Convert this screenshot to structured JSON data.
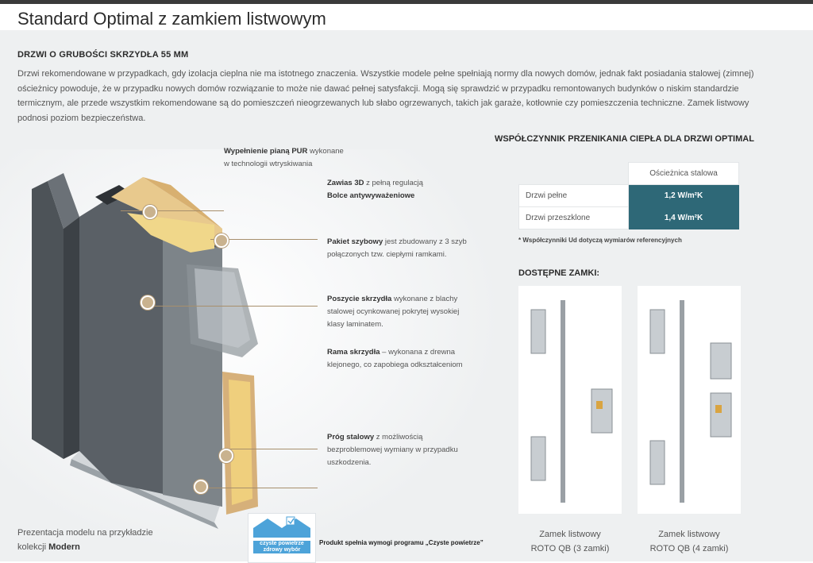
{
  "page": {
    "title": "Standard Optimal z zamkiem listwowym"
  },
  "section": {
    "heading": "DRZWI O GRUBOŚCI SKRZYDŁA 55 MM",
    "intro": "Drzwi rekomendowane w przypadkach, gdy izolacja cieplna nie ma istotnego znaczenia. Wszystkie modele pełne spełniają normy dla nowych domów, jednak fakt posiadania stalowej (zimnej) ościeżnicy powoduje, że w przypadku nowych domów rozwiązanie to może nie dawać pełnej satysfakcji. Mogą się sprawdzić w przypadku remontowanych budynków o niskim standardzie termicznym, ale przede wszystkim rekomendowane są do pomieszczeń nieogrzewanych lub słabo ogrzewanych, takich jak garaże, kotłownie czy pomieszczenia techniczne. Zamek listwowy podnosi poziom bezpieczeństwa."
  },
  "callouts": [
    {
      "bold": "Wypełnienie pianą PUR",
      "text": " wykonane w technologii wtryskiwania"
    },
    {
      "bold": "Zawias 3D",
      "text": " z pełną regulacją",
      "bold2": "Bolce antywyważeniowe"
    },
    {
      "bold": "Pakiet szybowy",
      "text": " jest zbudowany z 3 szyb połączonych tzw. ciepłymi ramkami."
    },
    {
      "bold": "Poszycie skrzydła",
      "text": " wykonane z blachy stalowej ocynkowanej pokrytej wysokiej klasy laminatem."
    },
    {
      "bold": "Rama skrzydła",
      "text": " – wykonana z drewna klejonego, co zapobiega odkształceniom"
    },
    {
      "bold": "Próg stalowy",
      "text": " z możliwością bezproblemowej wymiany w przypadku uszkodzenia."
    }
  ],
  "coefficients": {
    "heading": "WSPÓŁCZYNNIK PRZENIKANIA CIEPŁA DLA DRZWI OPTIMAL",
    "column": "Ościeżnica stalowa",
    "rows": [
      {
        "label": "Drzwi pełne",
        "value": "1,2 W/m²K"
      },
      {
        "label": "Drzwi przeszklone",
        "value": "1,4 W/m²K"
      }
    ],
    "note": "* Współczynniki Ud dotyczą wymiarów referencyjnych"
  },
  "locks": {
    "heading": "DOSTĘPNE ZAMKI:",
    "items": [
      {
        "line1": "Zamek listwowy",
        "line2": "ROTO QB (3 zamki)"
      },
      {
        "line1": "Zamek listwowy",
        "line2": "ROTO QB (4 zamki)"
      }
    ]
  },
  "caption": {
    "text": "Prezentacja modelu na przykładzie kolekcji ",
    "bold": "Modern"
  },
  "badge": {
    "line1": "czyste powietrze",
    "line2": "zdrowy wybór"
  },
  "program": "Produkt spełnia wymogi programu „Czyste powietrze”",
  "colors": {
    "accent": "#2e6877",
    "dot": "#c9b28e",
    "background": "#eef0f1"
  }
}
